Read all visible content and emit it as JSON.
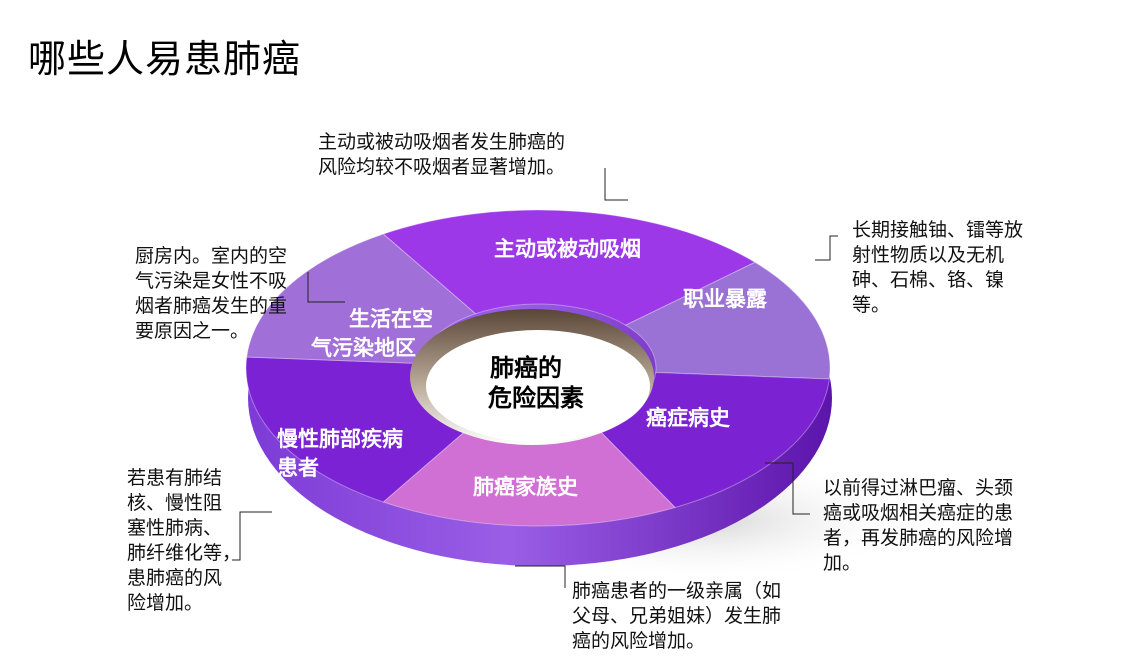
{
  "title": "哪些人易患肺癌",
  "center": {
    "lines": [
      "肺癌的",
      "危险因素"
    ]
  },
  "segments": [
    {
      "id": "smoking",
      "lines": [
        "主动或被动吸烟"
      ],
      "color": "#9c38e8"
    },
    {
      "id": "occupational",
      "lines": [
        "职业暴露"
      ],
      "color": "#9a72d6"
    },
    {
      "id": "cancer-history",
      "lines": [
        "癌症病史"
      ],
      "color": "#7b22d3"
    },
    {
      "id": "family-history",
      "lines": [
        "肺癌家族史"
      ],
      "color": "#d070d4"
    },
    {
      "id": "chronic-lung",
      "lines": [
        "慢性肺部疾病",
        "患者"
      ],
      "color": "#7a22d4"
    },
    {
      "id": "air-pollution",
      "lines": [
        "生活在空",
        "气污染地区"
      ],
      "color": "#a06fd8"
    }
  ],
  "callouts": {
    "smoking": [
      "主动或被动吸烟者发生肺癌的",
      "风险均较不吸烟者显著增加。"
    ],
    "occupational": [
      "长期接触铀、镭等放",
      "射性物质以及无机",
      "砷、石棉、铬、镍",
      "等。"
    ],
    "cancer_history": [
      "以前得过淋巴瘤、头颈",
      "癌或吸烟相关癌症的患",
      "者，再发肺癌的风险增",
      "加。"
    ],
    "family_history": [
      "肺癌患者的一级亲属（如",
      "父母、兄弟姐妹）发生肺",
      "癌的风险增加。"
    ],
    "chronic_lung": [
      "若患有肺结",
      "核、慢性阻",
      "塞性肺病、",
      "肺纤维化等，",
      "患肺癌的风",
      "险增加。"
    ],
    "air_pollution": [
      "厨房内。室内的空",
      "气污染是女性不吸",
      "烟者肺癌发生的重",
      "要原因之一。"
    ]
  },
  "colors": {
    "rim_dark": "#5a12a8",
    "rim_mid": "#8a48e0",
    "hole_dark": "#6e5a4a",
    "hole_light": "#f4f0ec",
    "leader": "#222222",
    "shadow": "#d6d6d6"
  }
}
